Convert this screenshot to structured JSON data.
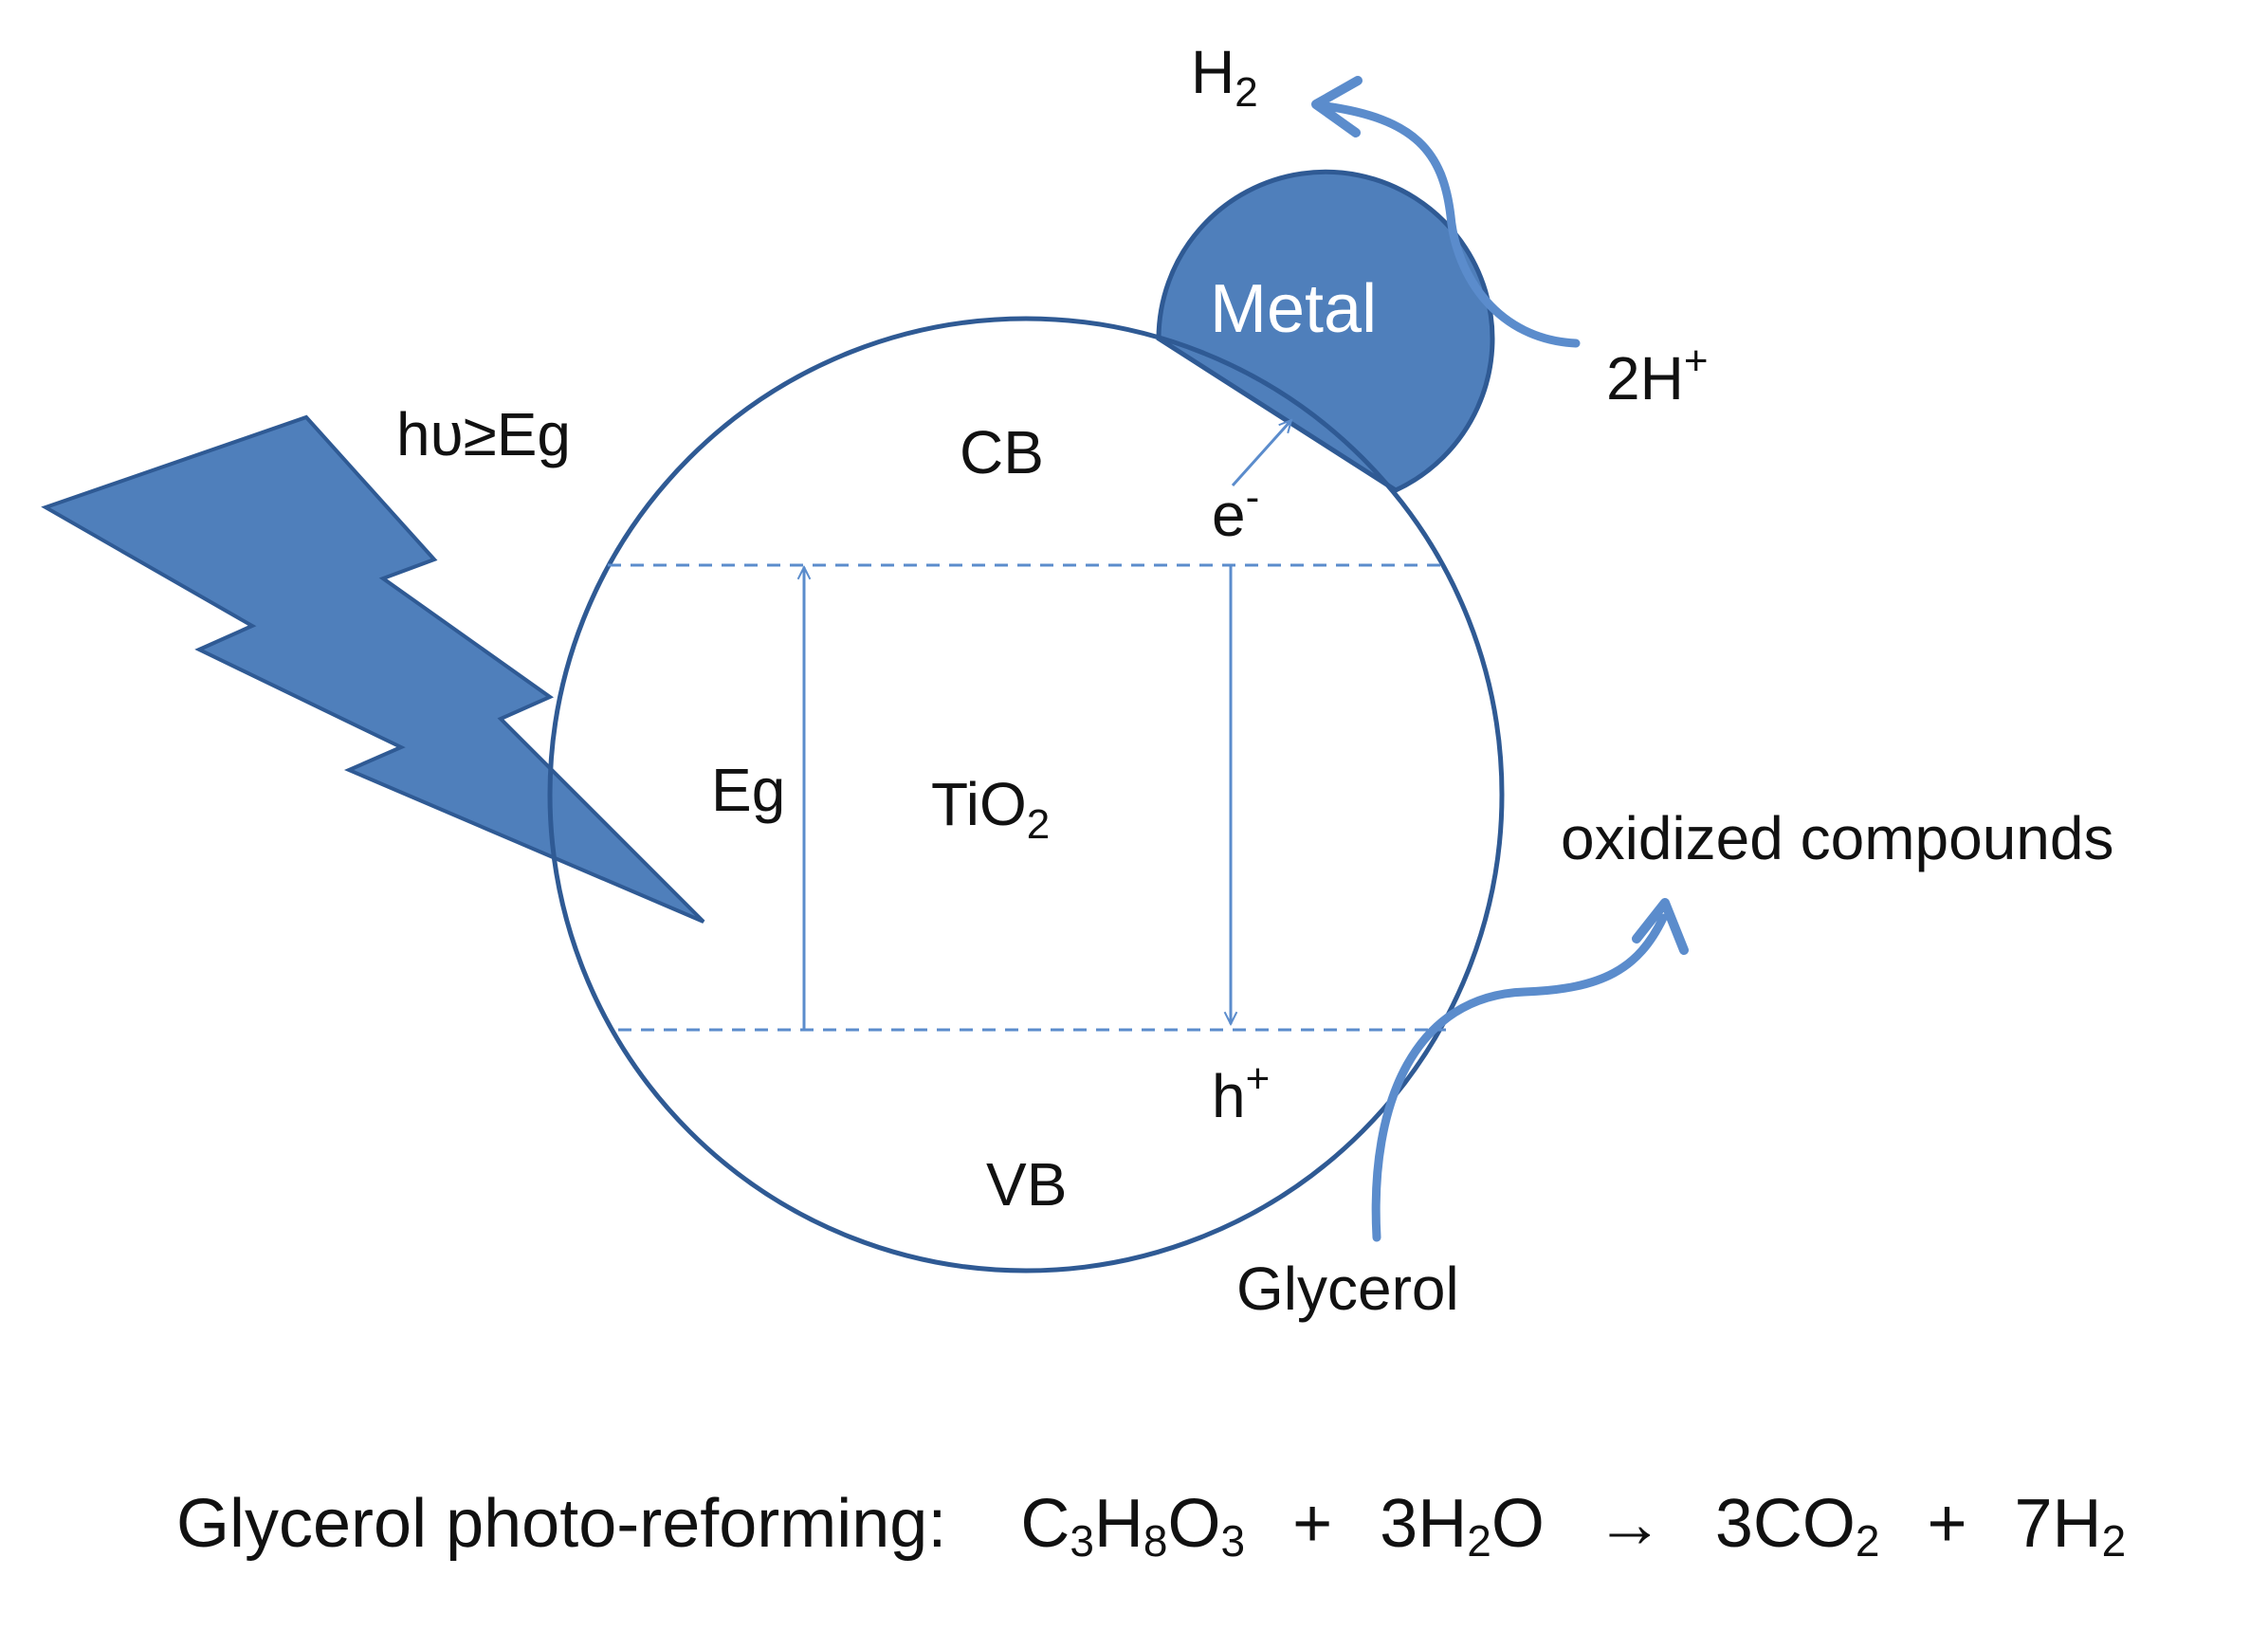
{
  "colors": {
    "stroke": "#2f5a94",
    "fill": "#4f7fbb",
    "arrow": "#5b8ccc",
    "text": "#111111",
    "metal_text": "#ffffff"
  },
  "labels": {
    "photon": "hυ≥Eg",
    "cb": "CB",
    "vb": "VB",
    "eg": "Eg",
    "tio2_main": "TiO",
    "tio2_sub": "2",
    "metal": "Metal",
    "electron_main": "e",
    "electron_sup": "-",
    "hole_main": "h",
    "hole_sup": "+",
    "h2_main": "H",
    "h2_sub": "2",
    "two_h_plus_main": "2H",
    "two_h_plus_sup": "+",
    "oxidized": "oxidized compounds",
    "glycerol": "Glycerol"
  },
  "equation": {
    "label": "Glycerol photo-reforming:",
    "c": "C",
    "c_sub": "3",
    "h": "H",
    "h_sub": "8",
    "o": "O",
    "o_sub": "3",
    "plus1": "+",
    "water_coef": "3H",
    "water_sub": "2",
    "water_o": "O",
    "arrow": "→",
    "co2_main": "3CO",
    "co2_sub": "2",
    "plus2": "+",
    "h2_main": "7H",
    "h2_sub": "2"
  }
}
